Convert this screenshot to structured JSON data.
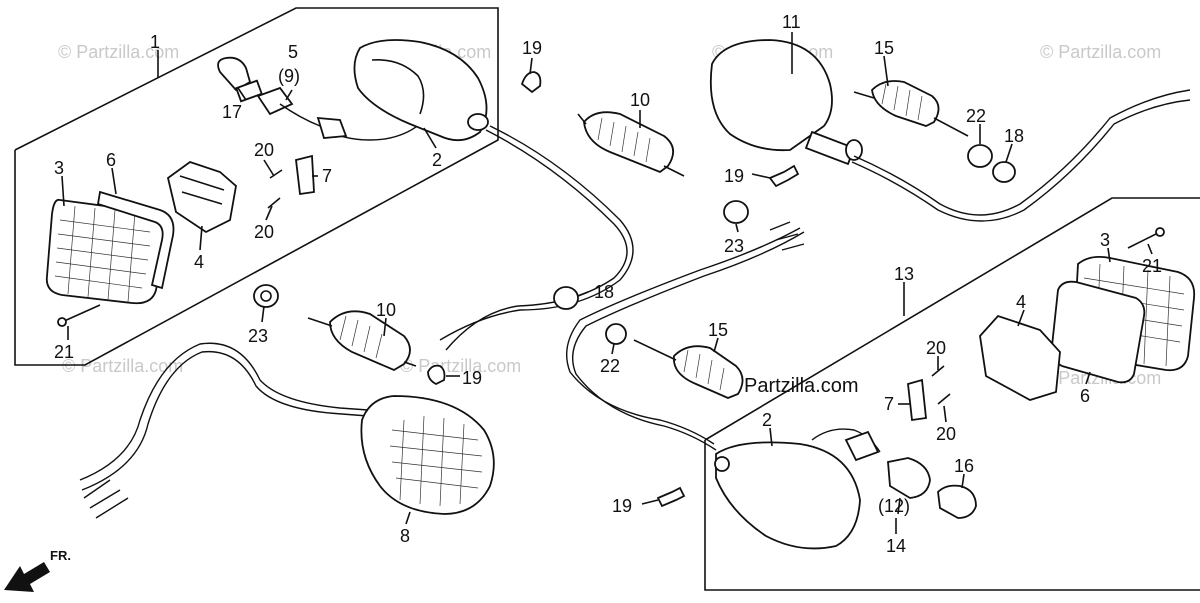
{
  "watermarks": {
    "repeated": "© Partzilla.com",
    "center": "Partzilla.com"
  },
  "direction": {
    "label": "FR."
  },
  "callouts": {
    "c1": "1",
    "c2a": "2",
    "c2b": "2",
    "c3a": "3",
    "c3b": "3",
    "c4a": "4",
    "c4b": "4",
    "c5": "5",
    "c9": "(9)",
    "c6a": "6",
    "c6b": "6",
    "c7a": "7",
    "c7b": "7",
    "c8": "8",
    "c10a": "10",
    "c10b": "10",
    "c11": "11",
    "c12": "(12)",
    "c13": "13",
    "c14": "14",
    "c15a": "15",
    "c15b": "15",
    "c16": "16",
    "c17": "17",
    "c18a": "18",
    "c18b": "18",
    "c19a": "19",
    "c19b": "19",
    "c19c": "19",
    "c19d": "19",
    "c20a": "20",
    "c20b": "20",
    "c20c": "20",
    "c20d": "20",
    "c21a": "21",
    "c21b": "21",
    "c22a": "22",
    "c22b": "22",
    "c23a": "23",
    "c23b": "23"
  }
}
